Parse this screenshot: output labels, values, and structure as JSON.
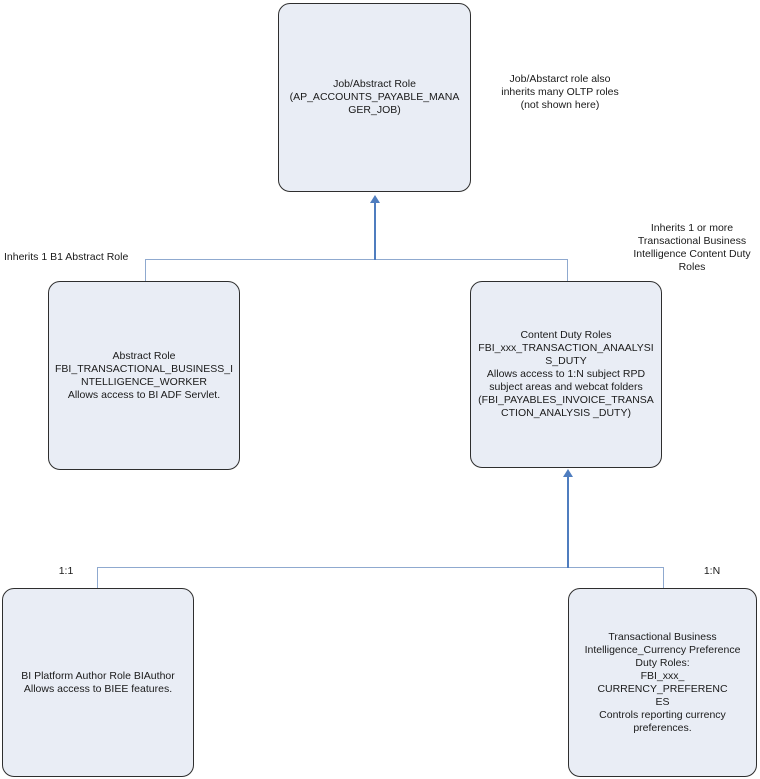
{
  "colors": {
    "node_fill": "#e9edf5",
    "node_border": "#2e2e2e",
    "connector": "#8fa9cf",
    "arrow": "#4f7dbf",
    "text": "#1a1a1a"
  },
  "nodes": {
    "job_abstract_role": {
      "label": "Job/Abstract Role\n(AP_ACCOUNTS_PAYABLE_MANA\nGER_JOB)"
    },
    "abstract_role": {
      "label": "Abstract Role\nFBI_TRANSACTIONAL_BUSINESS_I\nNTELLIGENCE_WORKER\nAllows access to BI ADF Servlet."
    },
    "content_duty_roles": {
      "label": "Content Duty Roles\nFBI_xxx_TRANSACTION_ANAALYSI\nS_DUTY\nAllows access to 1:N subject RPD\nsubject areas and webcat folders\n(FBI_PAYABLES_INVOICE_TRANSA\nCTION_ANALYSIS _DUTY)"
    },
    "bi_platform_author_role": {
      "label": "BI Platform Author Role BIAuthor\nAllows access to BIEE features."
    },
    "currency_preference_duty": {
      "label": "Transactional Business\nIntelligence_Currency Preference\nDuty Roles:\nFBI_xxx_\nCURRENCY_PREFERENC\nES\nControls reporting currency\npreferences."
    }
  },
  "annotations": {
    "oltp_note": "Job/Abstarct role also\ninherits many OLTP roles\n(not shown here)",
    "inherits_abstract": "Inherits 1 B1 Abstract Role",
    "inherits_content_duty": "Inherits 1 or more\nTransactional Business\nIntelligence Content Duty\nRoles"
  },
  "edge_labels": {
    "left": "1:1",
    "right": "1:N"
  }
}
